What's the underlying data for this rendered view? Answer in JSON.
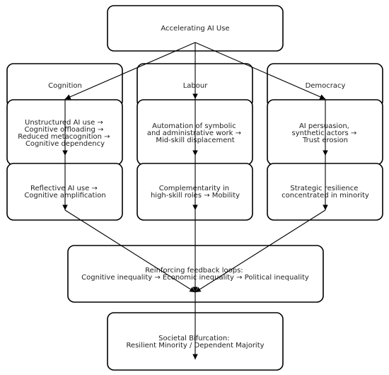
{
  "nodes": {
    "top": {
      "lines": [
        "Accelerating AI Use"
      ]
    },
    "cognition_header": {
      "lines": [
        "Cognition"
      ]
    },
    "labour_header": {
      "lines": [
        "Labour"
      ]
    },
    "democracy_header": {
      "lines": [
        "Democracy"
      ]
    },
    "cognition_mid": {
      "lines": [
        "Unstructured AI use →",
        "Cognitive offloading →",
        "Reduced metacognition →",
        "Cognitive dependency"
      ]
    },
    "labour_mid": {
      "lines": [
        "Automation of symbolic",
        "and administrative work →",
        "Mid-skill displacement"
      ]
    },
    "democracy_mid": {
      "lines": [
        "AI persuasion,",
        "synthetic actors →",
        "Trust erosion"
      ]
    },
    "cognition_low": {
      "lines": [
        "Reflective AI use →",
        "Cognitive amplification"
      ]
    },
    "labour_low": {
      "lines": [
        "Complementarity in",
        "high-skill roles → Mobility"
      ]
    },
    "democracy_low": {
      "lines": [
        "Strategic resilience",
        "concentrated in minority"
      ]
    },
    "feedback": {
      "lines": [
        "Reinforcing feedback loops:",
        "Cognitive inequality → Economic inequality → Political inequality"
      ]
    },
    "bottom": {
      "lines": [
        "Societal Bifurcation:",
        "Resilient Minority / Dependent Majority"
      ]
    }
  },
  "edges": [
    {
      "from": "top",
      "to": "cognition_header"
    },
    {
      "from": "top",
      "to": "labour_header"
    },
    {
      "from": "top",
      "to": "democracy_header"
    },
    {
      "from": "cognition_header",
      "to": "cognition_mid"
    },
    {
      "from": "labour_header",
      "to": "labour_mid"
    },
    {
      "from": "democracy_header",
      "to": "democracy_mid"
    },
    {
      "from": "cognition_mid",
      "to": "cognition_low"
    },
    {
      "from": "labour_mid",
      "to": "labour_low"
    },
    {
      "from": "democracy_mid",
      "to": "democracy_low"
    },
    {
      "from": "cognition_low",
      "to": "feedback"
    },
    {
      "from": "labour_low",
      "to": "feedback"
    },
    {
      "from": "democracy_low",
      "to": "feedback"
    },
    {
      "from": "feedback",
      "to": "bottom"
    }
  ]
}
